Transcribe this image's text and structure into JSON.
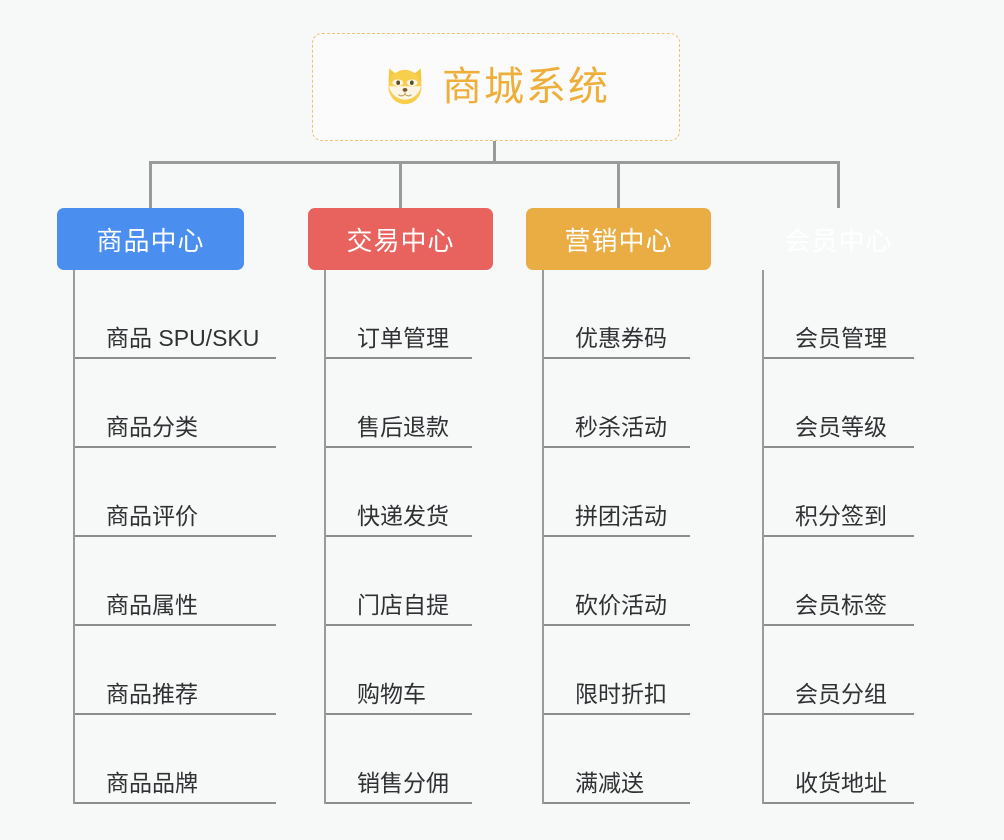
{
  "root": {
    "title": "商城系统",
    "icon": "shiba-dog-face-icon",
    "title_color": "#eeaf3a",
    "border_color": "#edc373"
  },
  "connector_color": "#9a9a9a",
  "background_color": "#f7f8f8",
  "branches": [
    {
      "label": "商品中心",
      "color": "#4a8ef0",
      "leaves": [
        "商品 SPU/SKU",
        "商品分类",
        "商品评价",
        "商品属性",
        "商品推荐",
        "商品品牌"
      ]
    },
    {
      "label": "交易中心",
      "color": "#e9635e",
      "leaves": [
        "订单管理",
        "售后退款",
        "快递发货",
        "门店自提",
        "购物车",
        "销售分佣"
      ]
    },
    {
      "label": "营销中心",
      "color": "#e9ad43",
      "leaves": [
        "优惠券码",
        "秒杀活动",
        "拼团活动",
        "砍价活动",
        "限时折扣",
        "满减送"
      ]
    },
    {
      "label": "会员中心",
      "color": "#79c council",
      "leaves": [
        "会员管理",
        "会员等级",
        "积分签到",
        "会员标签",
        "会员分组",
        "收货地址"
      ]
    }
  ]
}
